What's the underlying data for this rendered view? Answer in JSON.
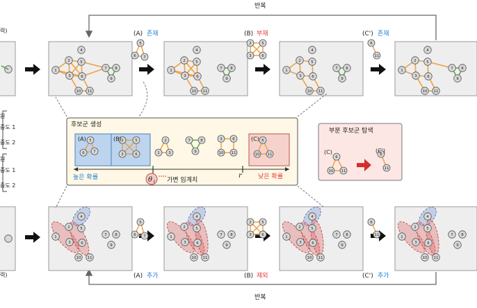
{
  "top_loop": {
    "label": "반복"
  },
  "bottom_loop": {
    "label": "반복"
  },
  "left_edge_labels": [
    "력)",
    "원",
    "중도 1",
    "중도 2",
    "원",
    "중도 1",
    "중도 2",
    "력)"
  ],
  "top_steps": [
    {
      "tag": "(A)",
      "word": "존재",
      "color": "#1f7fd0"
    },
    {
      "tag": "(B)",
      "word": "부재",
      "color": "#e53935"
    },
    {
      "tag": "(C')",
      "word": "존재",
      "color": "#1f7fd0"
    }
  ],
  "bottom_steps": [
    {
      "tag": "(A)",
      "word": "추가",
      "color": "#1f7fd0"
    },
    {
      "tag": "(B)",
      "word": "제외",
      "color": "#e53935"
    },
    {
      "tag": "(C')",
      "word": "추가",
      "color": "#1f7fd0"
    }
  ],
  "candidate_panel": {
    "title": "후보군 생성",
    "box_a_tag": "(A)",
    "box_b_tag": "(B)",
    "box_c_tag": "(C)",
    "high_prob": "높은 확률",
    "low_prob": "낮은 확률",
    "theta": "θ",
    "theta_sub": "t",
    "variable_threshold": "가변 임계치",
    "r_label": "r"
  },
  "subset_panel": {
    "title": "부분 후보군 탐색",
    "c_tag": "(C)",
    "c_prime_tag": "(C')"
  },
  "colors": {
    "orange_edge": "#f0a040",
    "green_edge": "#5aa84a",
    "node_fill": "#d9d9d9",
    "node_stroke": "#555555",
    "panel_bg": "#fff8e6",
    "blue_box": "#bcd4ee",
    "red_box": "#f6d2cc",
    "blue_text": "#1f7fd0",
    "red_text": "#e53935"
  }
}
